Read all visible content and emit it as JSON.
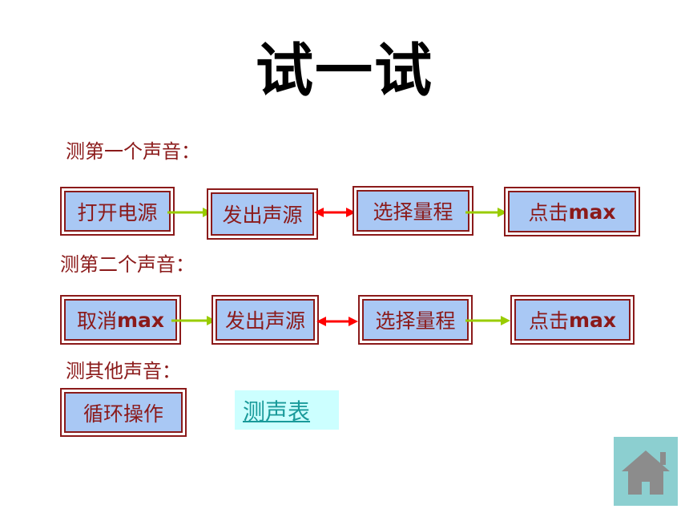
{
  "title": "试一试",
  "sections": {
    "first": "测第一个声音：",
    "second": "测第二个声音：",
    "other": "测其他声音："
  },
  "row1": {
    "step1": "打开电源",
    "step2": "发出声源",
    "step3": "选择量程",
    "step4_prefix": "点击",
    "step4_bold": "max"
  },
  "row2": {
    "step1_prefix": "取消",
    "step1_bold": "max",
    "step2": "发出声源",
    "step3": "选择量程",
    "step4_prefix": "点击",
    "step4_bold": "max"
  },
  "row3": {
    "step1": "循环操作"
  },
  "link": "测声表",
  "home_icon": "home-icon",
  "colors": {
    "text": "#8b1a1a",
    "box_fill": "#a9c8f4",
    "arrow_green": "#99cc00",
    "arrow_red": "#ff0000",
    "link_bg": "#ccffff",
    "link_text": "#199a9a",
    "home_bg": "#8ccfd0"
  }
}
